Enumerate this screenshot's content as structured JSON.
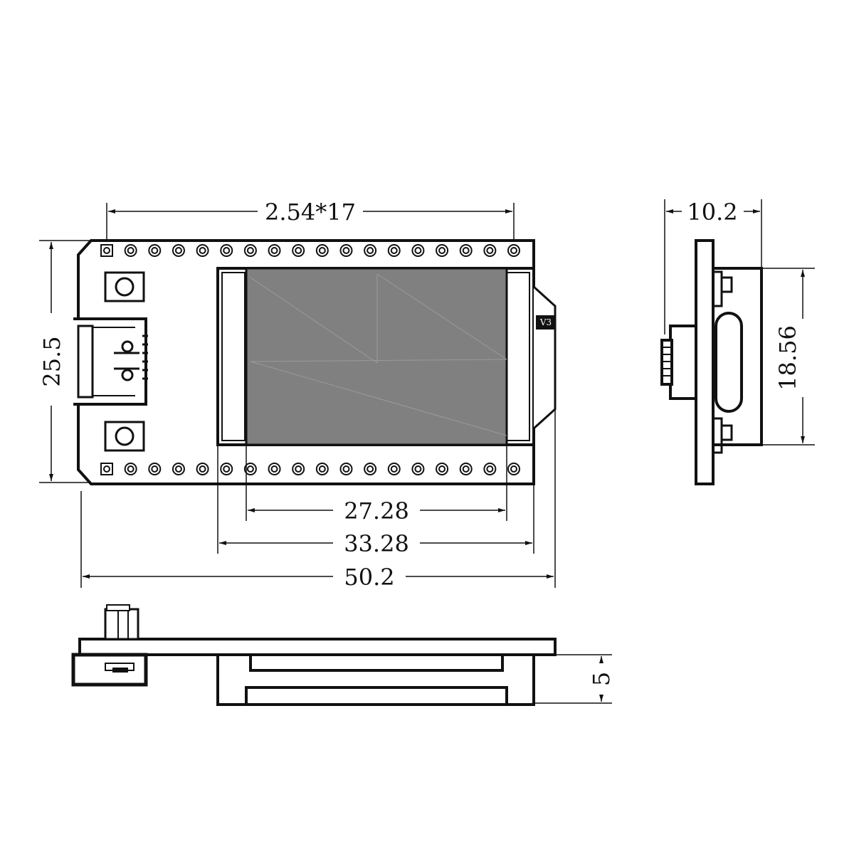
{
  "dimensions": {
    "pin_pitch": "2.54*17",
    "board_height": "25.5",
    "screen_active_width": "27.28",
    "screen_module_width": "33.28",
    "board_length": "50.2",
    "side_depth": "10.2",
    "side_screen_height": "18.56",
    "bottom_thickness": "5"
  },
  "labels": {
    "board_version": "V3"
  },
  "colors": {
    "line": "#111111",
    "screen_fill": "#808080",
    "background": "#ffffff"
  },
  "pins_per_row": 18
}
